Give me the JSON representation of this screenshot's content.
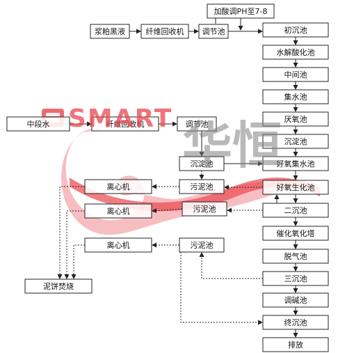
{
  "diagram": {
    "nodes": {
      "add_acid": "加酸调PH至7-8",
      "black_liquor": "浆粕黑液",
      "fiber_recovery_1": "纤维回收机",
      "regulating_tank_1": "调节池",
      "primary_settling": "初沉池",
      "hydrolysis_acidification": "水解酸化池",
      "intermediate_tank": "中间池",
      "collection_tank_1": "集水池",
      "anaerobic_tank": "厌氧池",
      "anaerobic_settling": "沉淀池",
      "aerobic_collection_tank": "好氧集水池",
      "aerobic_biochemical_tank": "好氧生化池",
      "secondary_settling": "二沉池",
      "catalytic_oxidation_tower": "催化氧化塔",
      "degassing_tank": "脱气池",
      "tertiary_settling": "三沉池",
      "alkali_adjust_tank": "调碱池",
      "final_settling": "终沉池",
      "discharge": "排放",
      "middle_water": "中段水",
      "fiber_recovery_2": "纤维回收机",
      "regulating_tank_2": "调节池",
      "settling_tank_2": "沉淀池",
      "sludge_tank_1": "污泥池",
      "sludge_tank_2": "污泥池",
      "sludge_tank_3": "污泥池",
      "centrifuge_1": "离心机",
      "centrifuge_2": "离心机",
      "centrifuge_3": "离心机",
      "sludge_cake_incineration": "泥饼焚烧"
    }
  },
  "watermark": {
    "brand_latin": "SMART",
    "brand_cn": "华恒",
    "colors": {
      "red": "#e8474f",
      "gray": "#8a8a8a",
      "pink": "#f19ba0"
    }
  }
}
